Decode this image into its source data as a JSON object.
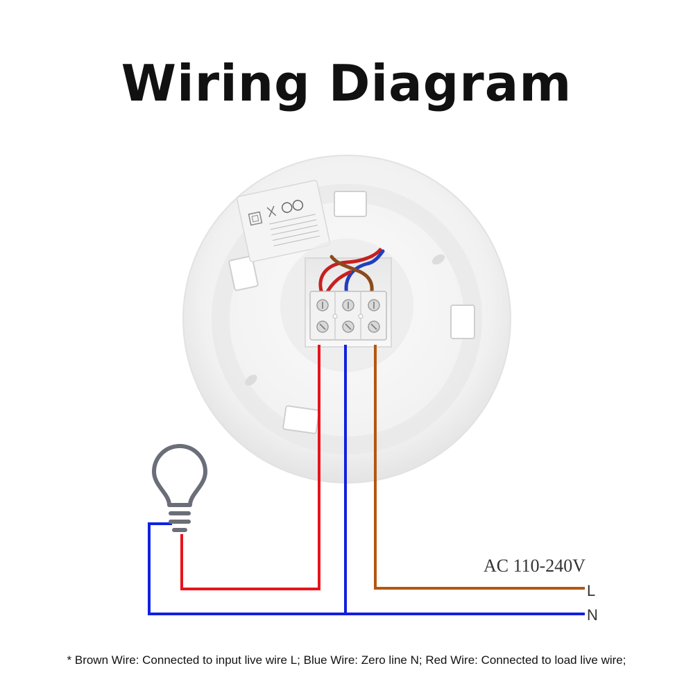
{
  "title": "Wiring Diagram",
  "voltage_label": "AC 110-240V",
  "terminal_l": "L",
  "terminal_n": "N",
  "footnote": "* Brown Wire: Connected to input live wire L; Blue Wire: Zero line N; Red Wire: Connected to load live wire;",
  "colors": {
    "red_wire": "#e8131b",
    "blue_wire": "#1021e0",
    "brown_wire": "#b4570f"
  },
  "icons": [
    "light-bulb-icon"
  ]
}
